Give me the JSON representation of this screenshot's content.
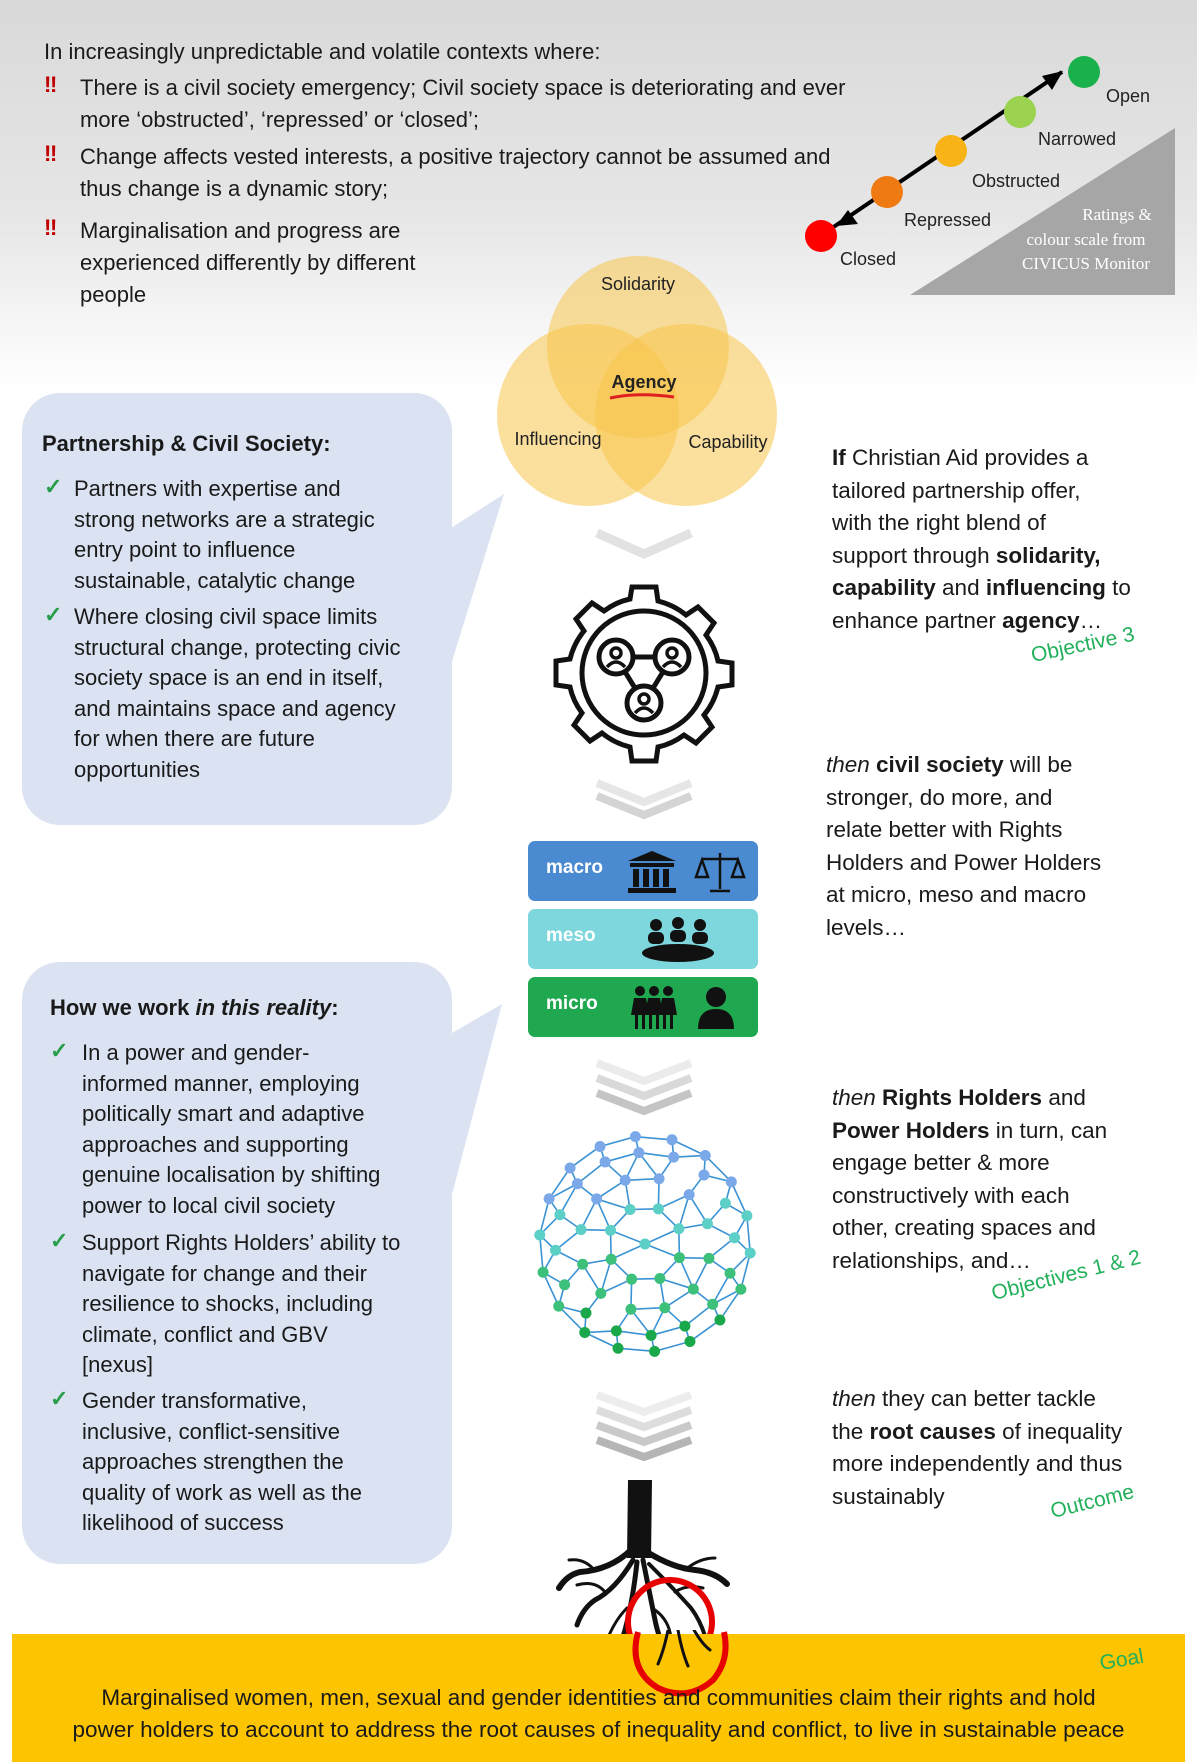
{
  "context": {
    "intro": "In increasingly unpredictable and volatile contexts where:",
    "points": [
      {
        "line1": "There is a civil society emergency; Civil society space is deteriorating and ever",
        "line2": "more ‘obstructed’, ‘repressed’ or ‘closed’;"
      },
      {
        "line1": "Change affects vested interests, a positive trajectory cannot be assumed and",
        "line2": "thus change is a dynamic story;"
      },
      {
        "line1": "Marginalisation and progress are",
        "line2": "experienced differently by different",
        "line3": "people"
      }
    ],
    "bullet_glyph": "‼"
  },
  "civicus_scale": {
    "levels": [
      {
        "label": "Closed",
        "color": "#ff0000"
      },
      {
        "label": "Repressed",
        "color": "#f07a12"
      },
      {
        "label": "Obstructed",
        "color": "#f8b316"
      },
      {
        "label": "Narrowed",
        "color": "#9bd24f"
      },
      {
        "label": "Open",
        "color": "#19b14b"
      }
    ],
    "credit_line1": "Ratings &",
    "credit_line2": "colour scale from",
    "credit_line3": "CIVICUS Monitor"
  },
  "venn": {
    "top": "Solidarity",
    "center": "Agency",
    "left": "Influencing",
    "right": "Capability",
    "fill_color": "#f8c54a"
  },
  "partnership": {
    "title": "Partnership & Civil Society:",
    "items": [
      [
        "Partners with expertise and",
        "strong networks are a strategic",
        "entry point to influence",
        "sustainable, catalytic change"
      ],
      [
        "Where closing civil space limits",
        "structural change, protecting civic",
        "society space is an end in itself,",
        "and maintains space and agency",
        "for when there are future",
        "opportunities"
      ]
    ]
  },
  "how_we_work": {
    "title_plain": "How we work ",
    "title_italic": "in this reality",
    "title_end": ":",
    "items": [
      [
        "In a power and gender-",
        "informed manner, employing",
        "politically smart and adaptive",
        "approaches and supporting",
        "genuine localisation by shifting",
        "power to local civil society"
      ],
      [
        "Support Rights Holders’ ability to",
        "navigate for change and their",
        "resilience to shocks, including",
        "climate, conflict and GBV",
        "[nexus]"
      ],
      [
        "Gender transformative,",
        "inclusive, conflict-sensitive",
        "approaches strengthen the",
        "quality of work as well as the",
        "likelihood of success"
      ]
    ]
  },
  "levels": {
    "macro": {
      "label": "macro",
      "color": "#4a8ad0"
    },
    "meso": {
      "label": "meso",
      "color": "#7ed7dd"
    },
    "micro": {
      "label": "micro",
      "color": "#1fa84f"
    }
  },
  "theory": {
    "step1": {
      "if": "If",
      "l1": " Christian Aid provides a",
      "l2": "tailored partnership offer,",
      "l3": "with the right blend of",
      "l4a": "support through ",
      "l4b": "solidarity,",
      "l5a": "capability",
      "l5b": " and ",
      "l5c": "influencing",
      "l5d": " to",
      "l6a": "enhance partner ",
      "l6b": "agency",
      "l6c": "…",
      "tag": "Objective 3"
    },
    "step2": {
      "l1a": "then",
      "l1b": " civil society",
      "l1c": " will be",
      "l2": "stronger, do more, and",
      "l3": "relate better with Rights",
      "l4": "Holders and Power Holders",
      "l5": "at micro, meso and macro",
      "l6": "levels…"
    },
    "step3": {
      "l1a": "then",
      "l1b": " Rights Holders",
      "l1c": " and",
      "l2a": "Power Holders",
      "l2b": " in turn, can",
      "l3": "engage better & more",
      "l4": "constructively with each",
      "l5": "other, creating spaces and",
      "l6": "relationships, and…",
      "tag": "Objectives 1 & 2"
    },
    "step4": {
      "l1a": "then",
      "l1b": " they can better tackle",
      "l2a": "the ",
      "l2b": "root causes",
      "l2c": " of inequality",
      "l3": "more independently and thus",
      "l4": "sustainably",
      "tag": "Outcome"
    }
  },
  "goal": {
    "tag": "Goal",
    "line1": "Marginalised women, men, sexual and gender identities and communities claim their rights and hold",
    "line2": "power holders to account to address the root causes of inequality and conflict, to live in sustainable peace"
  }
}
